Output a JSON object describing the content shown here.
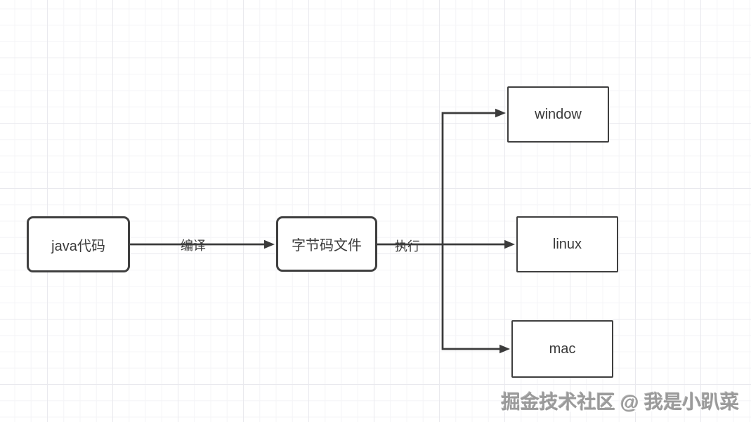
{
  "diagram": {
    "nodes": [
      {
        "id": "java-code",
        "label": "java代码",
        "shape": "rounded-rect"
      },
      {
        "id": "bytecode-file",
        "label": "字节码文件",
        "shape": "rounded-rect"
      },
      {
        "id": "window",
        "label": "window",
        "shape": "rect"
      },
      {
        "id": "linux",
        "label": "linux",
        "shape": "rect"
      },
      {
        "id": "mac",
        "label": "mac",
        "shape": "rect"
      }
    ],
    "edges": [
      {
        "from": "java-code",
        "to": "bytecode-file",
        "label": "编译"
      },
      {
        "from": "bytecode-file",
        "to": "window, linux, mac",
        "label": "执行"
      }
    ]
  },
  "watermark": {
    "text": "掘金技术社区 @ 我是小趴菜"
  },
  "colors": {
    "background": "#ffffff",
    "stroke": "#3b3b3b",
    "node_border": "#3f3f3f",
    "node_text": "#3a3a3a",
    "grid_minor": "#f4f4f7",
    "grid_major": "#e9e9ee",
    "watermark": "#9a9a9a"
  }
}
